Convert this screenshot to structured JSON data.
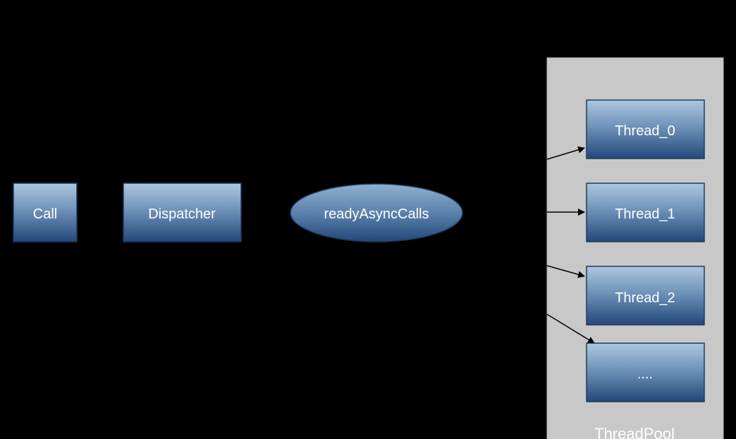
{
  "diagram": {
    "nodes": {
      "call": "Call",
      "dispatcher": "Dispatcher",
      "queue": "readyAsyncCalls",
      "threads": [
        "Thread_0",
        "Thread_1",
        "Thread_2",
        "...."
      ]
    },
    "pool_label": "ThreadPool"
  },
  "colors": {
    "background": "#000000",
    "box_top": "#a9c3dc",
    "box_bottom": "#244a79",
    "box_border": "#1d3a5f",
    "pool_fill": "#c8c8c8",
    "pool_label": "#ffffff",
    "arrow": "#000000",
    "text": "#ffffff"
  }
}
